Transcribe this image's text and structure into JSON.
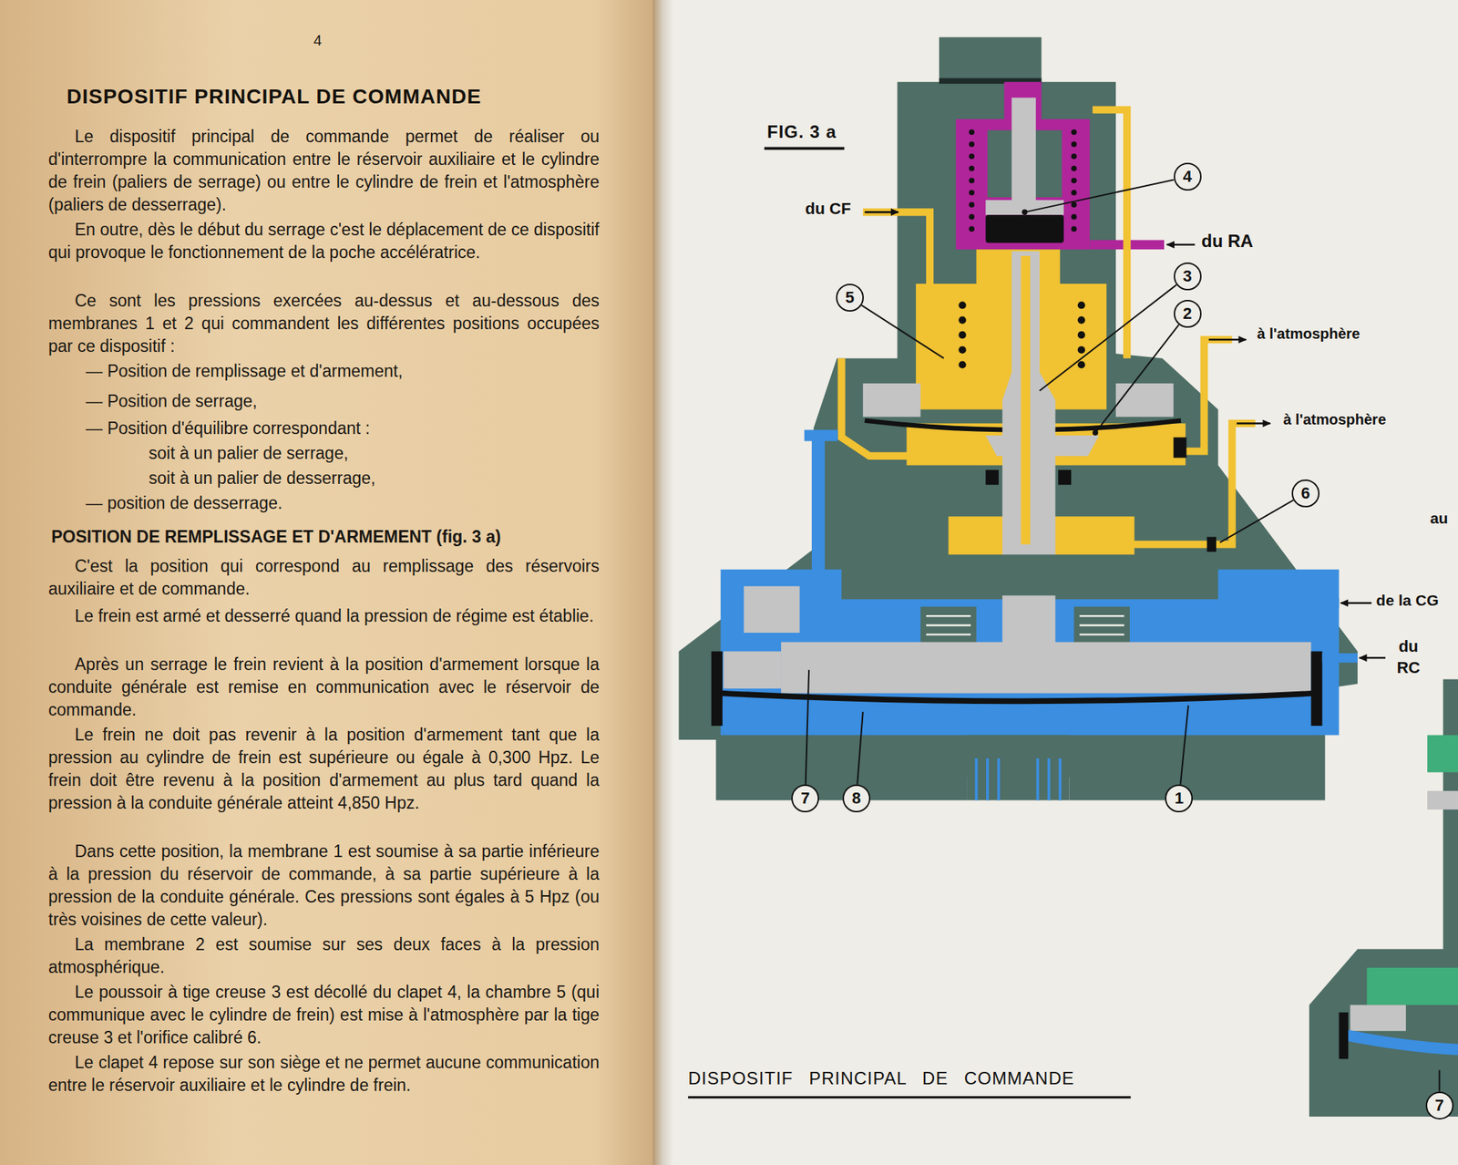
{
  "diagram": {
    "title": "DISPOSITIF PRINCIPAL DE COMMANDE",
    "caption": "DISPOSITIF PRINCIPAL DE COMMANDE",
    "labels": [
      "4",
      "Le dispositif principal de commande permet de réaliser ou d'interrompre la communication entre le réservoir auxiliaire et le cylindre de frein (paliers de serrage) ou entre le cylindre de frein et l'atmosphère (paliers de desserrage).",
      "En outre, dès le début du serrage c'est le déplacement de ce dispositif qui provoque le fonctionnement de la poche accélératrice.",
      "Ce sont les pressions exercées au-dessus et au-dessous des membranes 1 et 2 qui commandent les différentes positions occupées par ce dispositif :",
      "— Position de remplissage et d'armement,",
      "— Position de serrage,",
      "— Position d'équilibre correspondant :",
      "soit à un palier de serrage,",
      "soit à un palier de desserrage,",
      "— position de desserrage.",
      "POSITION DE REMPLISSAGE ET D'ARMEMENT (fig. 3 a)",
      "C'est la position qui correspond au remplissage des réservoirs auxiliaire et de commande.",
      "Le frein est armé et desserré quand la pression de régime est établie.",
      "Après un serrage le frein revient à la position d'armement lorsque la conduite générale est remise en communication avec le réservoir de commande.",
      "Le frein ne doit pas revenir à la position d'armement tant que la pression au cylindre de frein est supérieure ou égale à 0,300 Hpz. Le frein doit être revenu à la position d'armement au plus tard quand la pression à la conduite générale atteint 4,850 Hpz.",
      "Dans cette position, la membrane 1 est soumise à sa partie inférieure à la pression du réservoir de commande, à sa partie supérieure à la pression de la conduite générale. Ces pressions sont égales à 5 Hpz (ou très voisines de cette valeur).",
      "La membrane 2 est soumise sur ses deux faces à la pression atmosphérique.",
      "Le poussoir à tige creuse 3 est décollé du clapet 4, la chambre 5 (qui communique avec le cylindre de frein) est mise à l'atmosphère par la tige creuse 3 et l'orifice calibré 6.",
      "Le clapet 4 repose sur son siège et ne permet aucune communication entre le réservoir auxiliaire et le cylindre de frein.",
      "FIG. 3 a",
      "du CF",
      "du RA",
      "à l'atmosphère",
      "à l'atmosphère",
      "au",
      "de la CG",
      "du RC",
      "4",
      "5",
      "3",
      "2",
      "6",
      "7",
      "8",
      "1",
      "7"
    ]
  }
}
